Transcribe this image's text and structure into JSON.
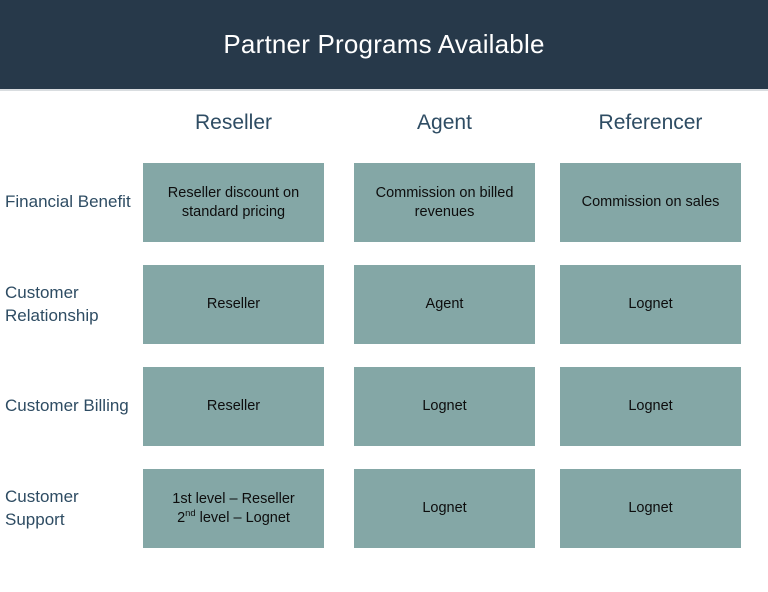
{
  "banner": {
    "title": "Partner Programs Available",
    "background_color": "#27394a",
    "text_color": "#ffffff"
  },
  "theme": {
    "cell_fill": "#84a7a6",
    "label_color": "#2e4c63",
    "cell_text_color": "#0d0d0d",
    "page_background": "#ffffff"
  },
  "matrix": {
    "column_headers": [
      {
        "label": "Reseller"
      },
      {
        "label": "Agent"
      },
      {
        "label": "Referencer"
      }
    ],
    "rows": [
      {
        "label": "Financial Benefit",
        "cells": [
          {
            "text": "Reseller discount on standard pricing"
          },
          {
            "text": "Commission on billed revenues"
          },
          {
            "text": "Commission on sales"
          }
        ]
      },
      {
        "label": "Customer Relationship",
        "cells": [
          {
            "text": "Reseller"
          },
          {
            "text": "Agent"
          },
          {
            "text": "Lognet"
          }
        ]
      },
      {
        "label": "Customer Billing",
        "cells": [
          {
            "text": "Reseller"
          },
          {
            "text": "Lognet"
          },
          {
            "text": "Lognet"
          }
        ]
      },
      {
        "label": "Customer Support",
        "cells": [
          {
            "line1_plain": "1st level – Reseller",
            "line2_number": "2",
            "line2_suffix": "nd",
            "line2_rest": " level – Lognet"
          },
          {
            "text": "Lognet"
          },
          {
            "text": "Lognet"
          }
        ]
      }
    ]
  }
}
